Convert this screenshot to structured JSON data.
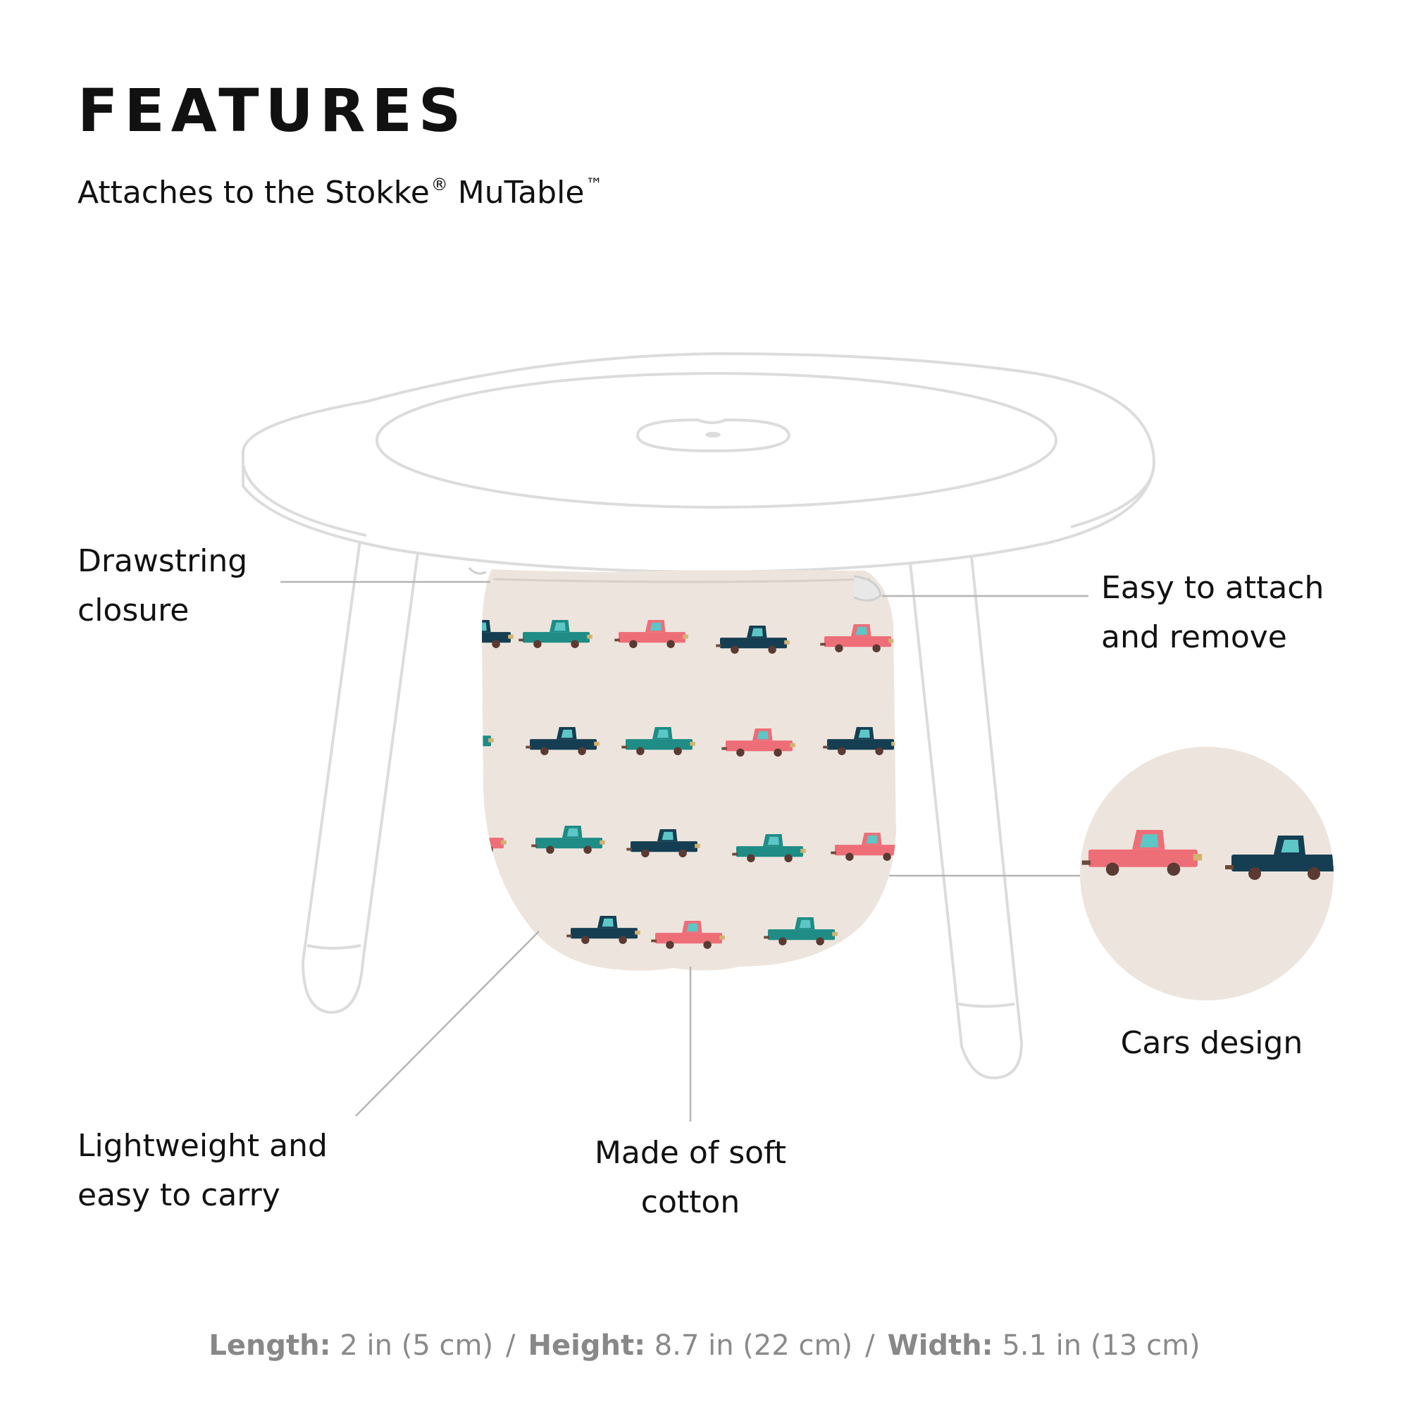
{
  "header": {
    "title": "FEATURES",
    "subtitle_text": "Attaches to the Stokke",
    "subtitle_reg": "®",
    "subtitle_product": " MuTable",
    "subtitle_tm": "™"
  },
  "callouts": {
    "drawstring": {
      "line1": "Drawstring",
      "line2": "closure"
    },
    "attach": {
      "line1": "Easy to attach",
      "line2": "and remove"
    },
    "cars": {
      "line1": "Cars design"
    },
    "lightweight": {
      "line1": "Lightweight and",
      "line2": "easy to carry"
    },
    "cotton": {
      "line1": "Made of soft",
      "line2": "cotton"
    }
  },
  "dimensions": {
    "length_label": "Length:",
    "length_value": " 2 in (5 cm)",
    "height_label": "Height:",
    "height_value": " 8.7 in (22 cm)",
    "width_label": "Width:",
    "width_value": " 5.1 in (13 cm)",
    "separator": "/"
  },
  "colors": {
    "table_outline": "#dcdcdc",
    "fabric": "#ede5dd",
    "car_pink": "#ee6e78",
    "car_teal": "#1f8c86",
    "car_navy": "#153e52",
    "car_window": "#5cc7c6",
    "leader_line": "#b5b5b5"
  },
  "icons": {
    "table": "table-outline-illustration",
    "bag": "storage-bag-illustration",
    "zoom": "cars-design-zoom-circle"
  }
}
